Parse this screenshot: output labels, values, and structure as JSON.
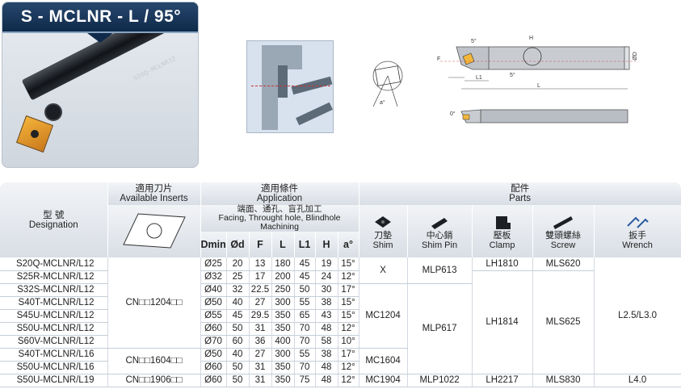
{
  "product": {
    "title": "S - MCLNR - L / 95°",
    "tool_marking": "S20Q-MCLNR12"
  },
  "drawing": {
    "labels": {
      "angle5a": "5°",
      "angle5b": "5°",
      "h": "H",
      "f": "F",
      "dd": "ØD",
      "l1": "L1",
      "l": "L",
      "a": "a°",
      "zero": "0°"
    }
  },
  "table": {
    "headers": {
      "designation_zh": "型 號",
      "designation_en": "Designation",
      "inserts_zh": "適用刀片",
      "inserts_en": "Available Inserts",
      "application_zh": "適用條件",
      "application_en": "Application",
      "facing_zh": "端面、通孔、盲孔加工",
      "facing_en": "Facing, Throught hole, Blindhole Machining",
      "parts_zh": "配件",
      "parts_en": "Parts",
      "dims": [
        "Dmin",
        "Ød",
        "F",
        "L",
        "L1",
        "H",
        "a°"
      ],
      "shim_zh": "刀墊",
      "shim_en": "Shim",
      "shimpin_zh": "中心銷",
      "shimpin_en": "Shim Pin",
      "clamp_zh": "壓板",
      "clamp_en": "Clamp",
      "screw_zh": "雙頭螺絲",
      "screw_en": "Screw",
      "wrench_zh": "扳手",
      "wrench_en": "Wrench"
    },
    "rows": [
      {
        "designation": "S20Q-MCLNR/L12",
        "dmin": "Ø25",
        "d": "20",
        "f": "13",
        "l": "180",
        "l1": "45",
        "h": "19",
        "a": "15°"
      },
      {
        "designation": "S25R-MCLNR/L12",
        "dmin": "Ø32",
        "d": "25",
        "f": "17",
        "l": "200",
        "l1": "45",
        "h": "24",
        "a": "12°"
      },
      {
        "designation": "S32S-MCLNR/L12",
        "dmin": "Ø40",
        "d": "32",
        "f": "22.5",
        "l": "250",
        "l1": "50",
        "h": "30",
        "a": "17°"
      },
      {
        "designation": "S40T-MCLNR/L12",
        "dmin": "Ø50",
        "d": "40",
        "f": "27",
        "l": "300",
        "l1": "55",
        "h": "38",
        "a": "15°"
      },
      {
        "designation": "S45U-MCLNR/L12",
        "dmin": "Ø55",
        "d": "45",
        "f": "29.5",
        "l": "350",
        "l1": "65",
        "h": "43",
        "a": "15°"
      },
      {
        "designation": "S50U-MCLNR/L12",
        "dmin": "Ø60",
        "d": "50",
        "f": "31",
        "l": "350",
        "l1": "70",
        "h": "48",
        "a": "12°"
      },
      {
        "designation": "S60V-MCLNR/L12",
        "dmin": "Ø70",
        "d": "60",
        "f": "36",
        "l": "400",
        "l1": "70",
        "h": "58",
        "a": "10°"
      },
      {
        "designation": "S40T-MCLNR/L16",
        "dmin": "Ø50",
        "d": "40",
        "f": "27",
        "l": "300",
        "l1": "55",
        "h": "38",
        "a": "17°"
      },
      {
        "designation": "S50U-MCLNR/L16",
        "dmin": "Ø60",
        "d": "50",
        "f": "31",
        "l": "350",
        "l1": "70",
        "h": "48",
        "a": "12°"
      },
      {
        "designation": "S50U-MCLNR/L19",
        "dmin": "Ø60",
        "d": "50",
        "f": "31",
        "l": "350",
        "l1": "75",
        "h": "48",
        "a": "12°"
      }
    ],
    "inserts": {
      "g1": "CN□□1204□□",
      "g2": "CN□□1604□□",
      "g3": "CN□□1906□□"
    },
    "parts": {
      "shim_x": "X",
      "shim_mc1204": "MC1204",
      "shim_mc1604": "MC1604",
      "shim_mc1904": "MC1904",
      "pin_mlp613": "MLP613",
      "pin_mlp617": "MLP617",
      "pin_mlp1022": "MLP1022",
      "clamp_lh1810": "LH1810",
      "clamp_lh1814": "LH1814",
      "clamp_lh2217": "LH2217",
      "screw_mls620": "MLS620",
      "screw_mls625": "MLS625",
      "screw_mls830": "MLS830",
      "wrench_l25": "L2.5/L3.0",
      "wrench_l40": "L4.0"
    }
  }
}
